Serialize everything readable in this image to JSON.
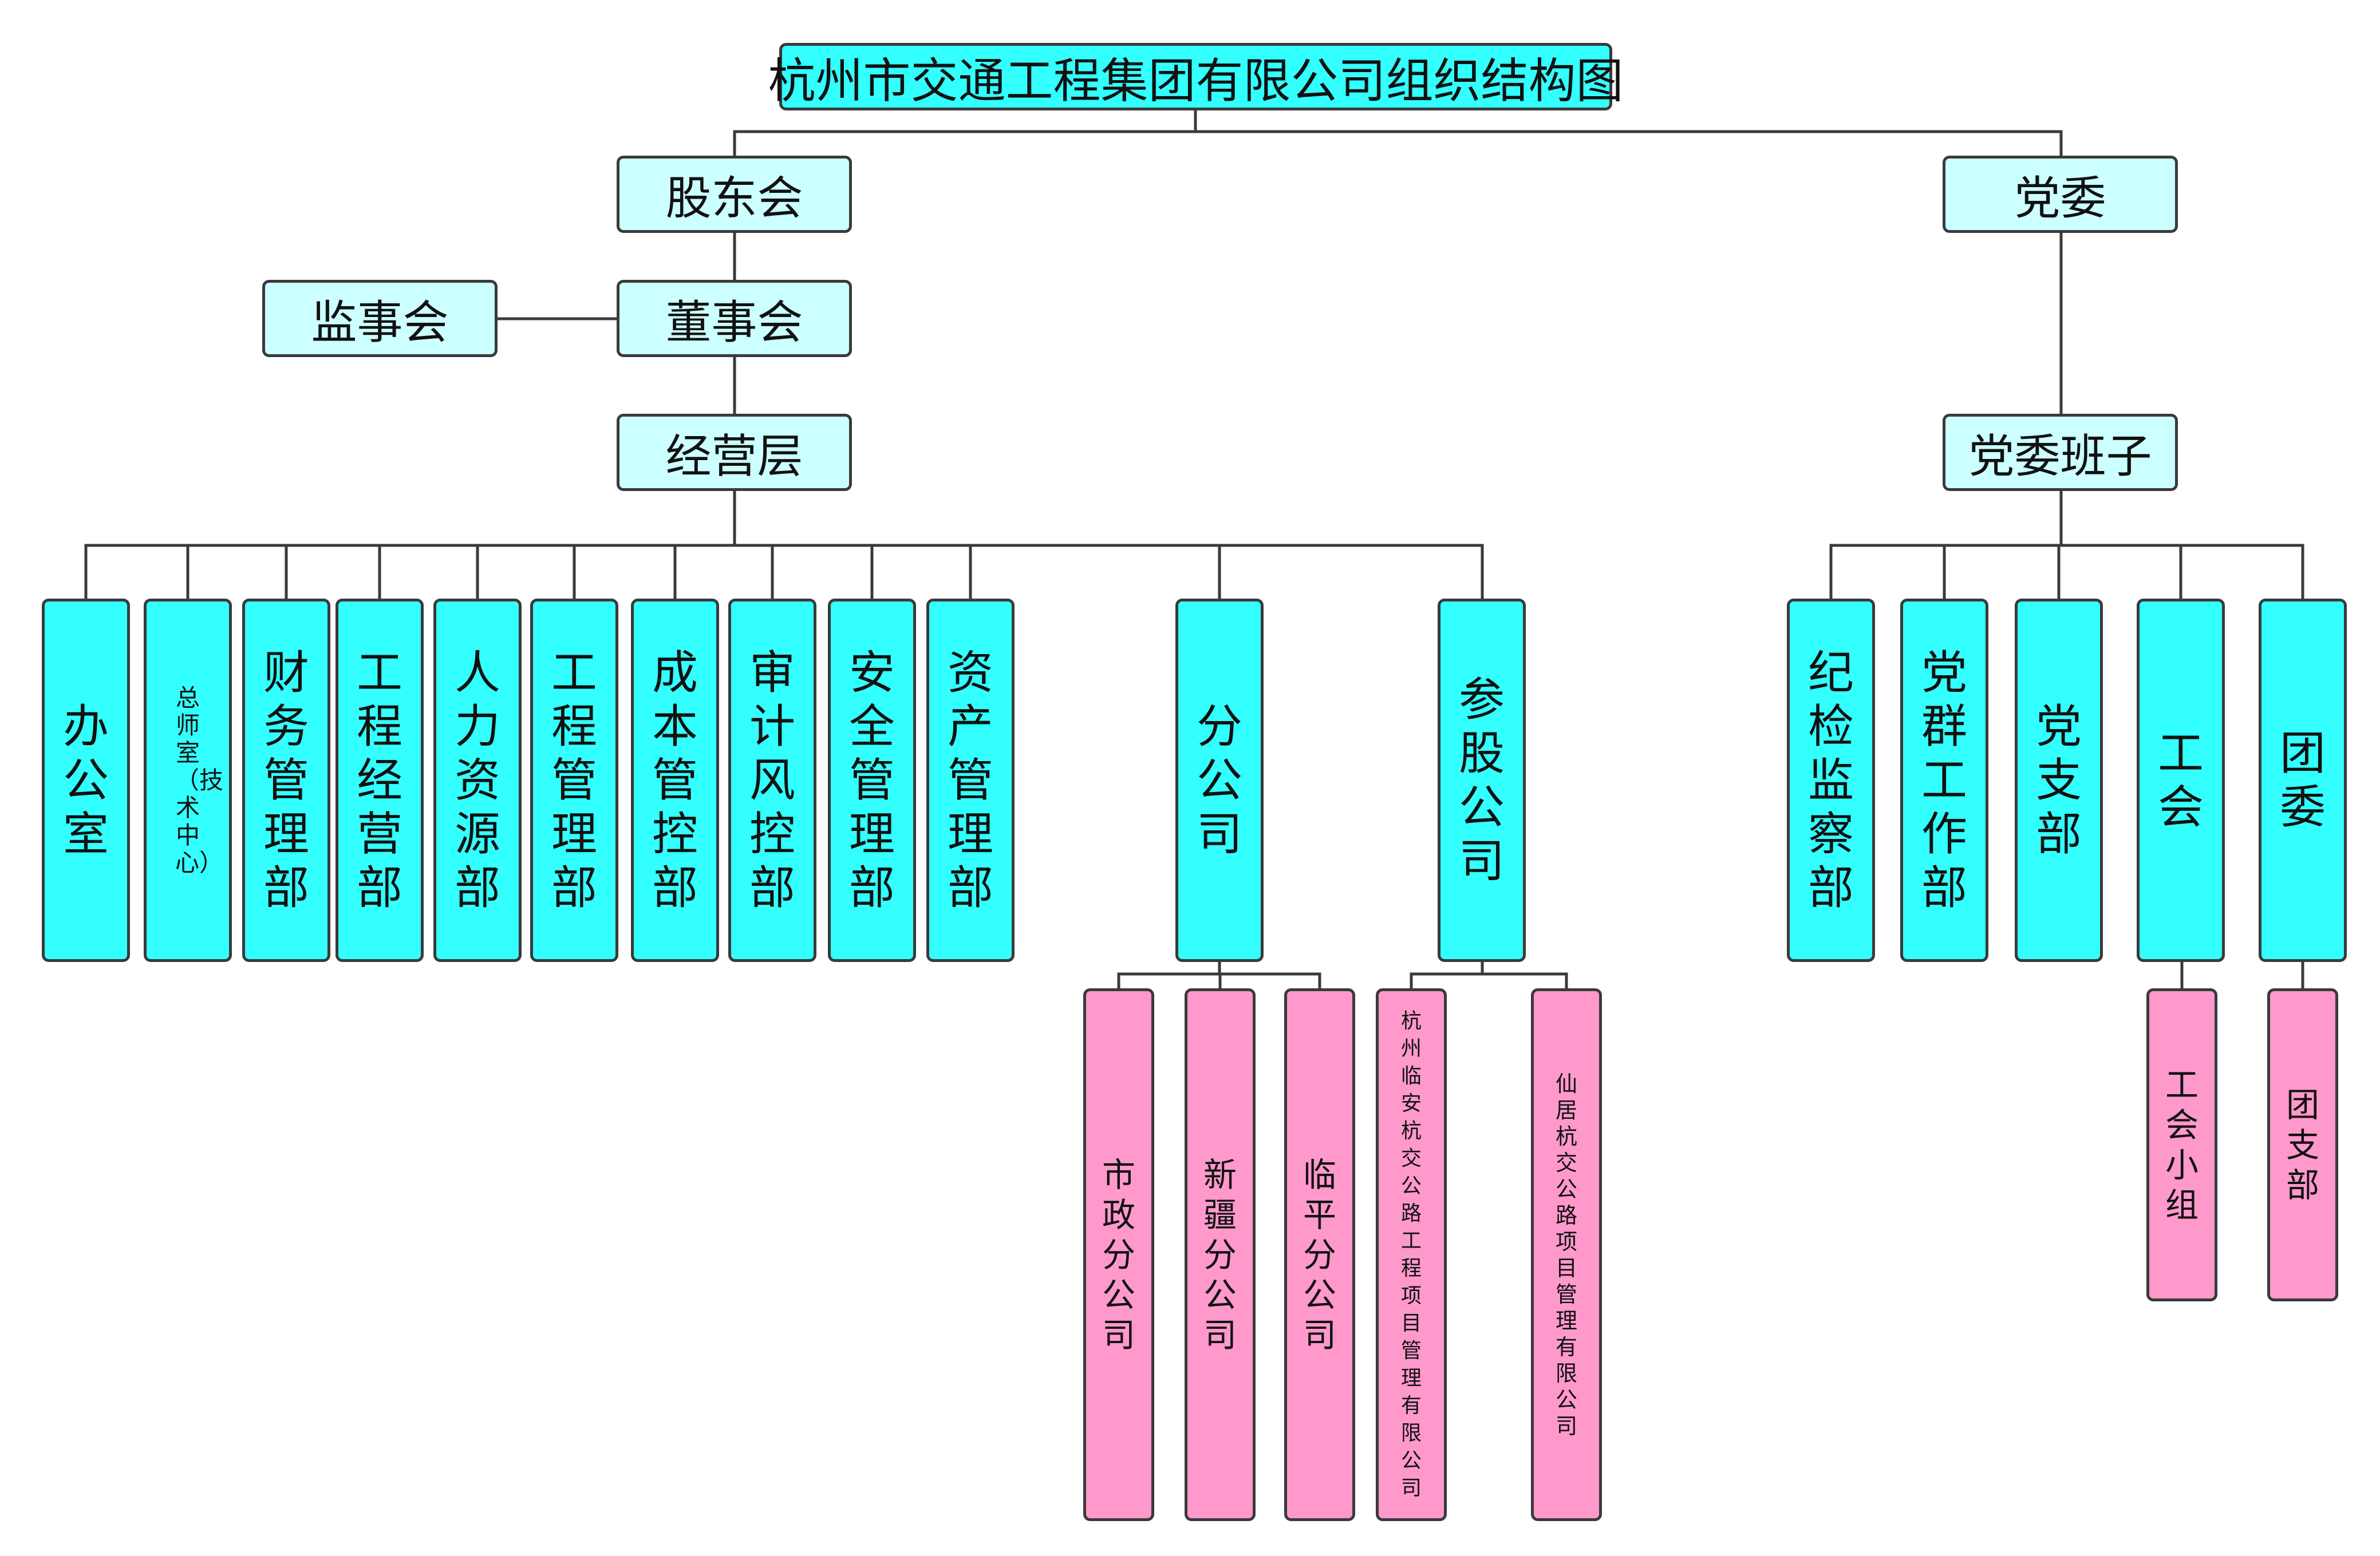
{
  "diagram": {
    "title": "杭州市交通工程集团有限公司组织结构图",
    "colors": {
      "primary": "#33ffff",
      "light": "#ccffff",
      "sub": "#ff99cc",
      "line": "#3a3a3a"
    },
    "nodes": {
      "shareholders": "股东会",
      "supervisors": "监事会",
      "board": "董事会",
      "management": "经营层",
      "party_committee": "党委",
      "party_team": "党委班子"
    },
    "departments": [
      "办公室",
      "总师室（技术中心）",
      "财务管理部",
      "工程经营部",
      "人力资源部",
      "工程管理部",
      "成本管控部",
      "审计风控部",
      "安全管理部",
      "资产管理部"
    ],
    "branch_group": "分公司",
    "branches": [
      "市政分公司",
      "新疆分公司",
      "临平分公司"
    ],
    "holding_group": "参股公司",
    "holdings": [
      "杭州临安杭交公路工程项目管理有限公司",
      "仙居杭交公路项目管理有限公司"
    ],
    "party_units": [
      "纪检监察部",
      "党群工作部",
      "党支部",
      "工会",
      "团委"
    ],
    "union_sub": "工会小组",
    "youth_sub": "团支部"
  }
}
